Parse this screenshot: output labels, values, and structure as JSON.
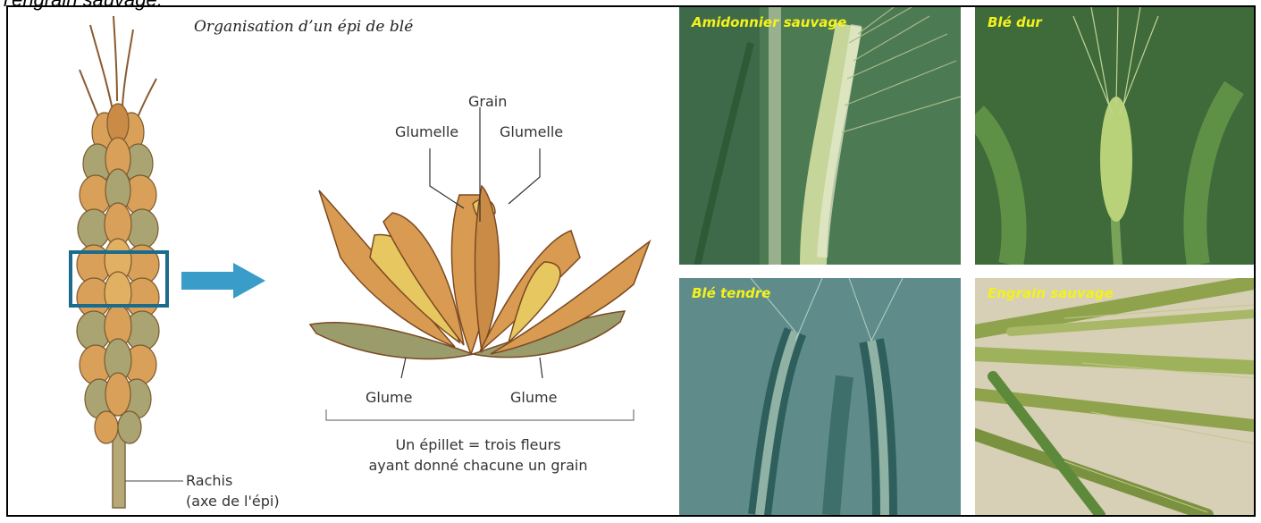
{
  "header": {
    "text": "l'engrain sauvage."
  },
  "diagram": {
    "title": "Organisation d’un épi de blé",
    "labels": {
      "grain": "Grain",
      "glumelle_left": "Glumelle",
      "glumelle_right": "Glumelle",
      "glume_left": "Glume",
      "glume_right": "Glume",
      "rachis": "Rachis",
      "rachis_sub": "(axe de l'épi)"
    },
    "caption_line1": "Un épillet = trois fleurs",
    "caption_line2": "ayant donné chacune un grain",
    "colors": {
      "highlight_box": "#1a6b8c",
      "arrow": "#3a9cc9",
      "grain": "#d99a52",
      "glume": "#9a9c6c"
    }
  },
  "photos": [
    {
      "label": "Amidonnier sauvage",
      "tone": "#4c7a52"
    },
    {
      "label": "Blé dur",
      "tone": "#3f6a3a"
    },
    {
      "label": "Blé tendre",
      "tone": "#5f8c8a"
    },
    {
      "label": "Engrain sauvage",
      "tone": "#b7ae8c"
    }
  ]
}
